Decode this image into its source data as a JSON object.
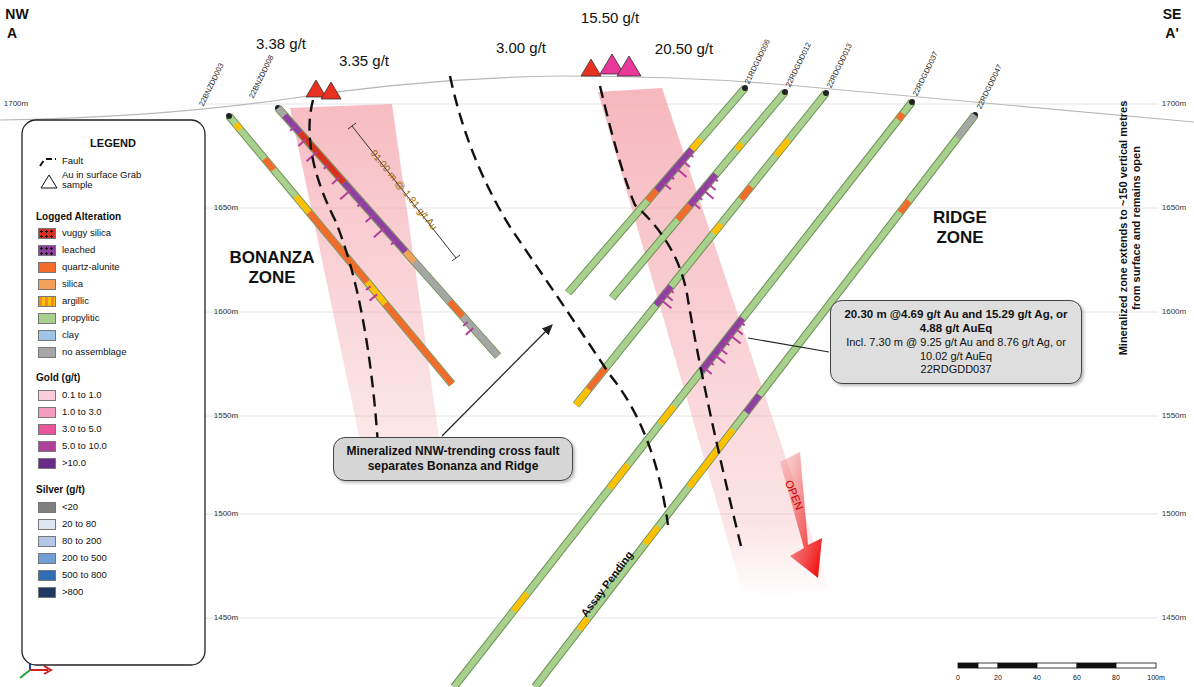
{
  "diagram": {
    "nodes": [
      {
        "text": [
          "Mineralized NNW-trending cross fault separates Bonanza and Ridge"
        ]
      },
      {
        "text": [
          "20.30 m @4.69 g/t Au and 15.29 g/t Ag, or 4.88 g/t AuEq",
          "Incl. 7.30 m @ 9.25 g/t Au and 8.76 g/t Ag, or 10.02 g/t AuEq",
          "22RDGDD037"
        ]
      }
    ],
    "labels": [
      "NW",
      "A",
      "SE",
      "A'",
      "3.38 g/t",
      "3.35 g/t",
      "3.00 g/t",
      "15.50 g/t",
      "20.50 g/t",
      "22BNZDD003",
      "22BNZDD008",
      "21RDGDD006",
      "22RDGDD012",
      "22RDGDD013",
      "22RDGDD037",
      "22RDGDD047",
      "1700m",
      "1650m",
      "1600m",
      "1550m",
      "1500m",
      "1450m",
      "1700m",
      "1650m",
      "1600m",
      "1550m",
      "1500m",
      "1450m",
      "BONANZA ZONE",
      "RIDGE ZONE",
      "91.00 m @ 1.81 g/t Au",
      "Mineralized zone extends to ~150 vertical metres from surface and remains open",
      "OPEN",
      "Assay Pending",
      "LEGEND",
      "Logged Alteration",
      "Gold (g/t)",
      "Silver (g/t)",
      "0",
      "20",
      "40",
      "60",
      "80",
      "100m"
    ],
    "legend": [
      {
        "text": "Fault"
      },
      {
        "text": "Au in surface Grab sample"
      },
      {
        "text": "vuggy silica",
        "color": "#d9301f"
      },
      {
        "text": "leached",
        "color": "#8e3fa0"
      },
      {
        "text": "quartz-alunite",
        "color": "#f26b2a"
      },
      {
        "text": "silica",
        "color": "#f5a05a"
      },
      {
        "text": "argillic",
        "color": "#ffc000"
      },
      {
        "text": "propylitic",
        "color": "#a9d18e"
      },
      {
        "text": "clay",
        "color": "#9dc3e6"
      },
      {
        "text": "no assemblage",
        "color": "#a6a6a6"
      },
      {
        "text": "0.1 to 1.0",
        "color": "#f9cddc"
      },
      {
        "text": "1.0 to 3.0",
        "color": "#f39cc0"
      },
      {
        "text": "3.0 to 5.0",
        "color": "#e8559a"
      },
      {
        "text": "5.0 to 10.0",
        "color": "#b0409a"
      },
      {
        "text": ">10.0",
        "color": "#6a2a8a"
      },
      {
        "text": "<20",
        "color": "#7f7f7f"
      },
      {
        "text": "20 to 80",
        "color": "#dce6f2"
      },
      {
        "text": "80 to 200",
        "color": "#b4c7e7"
      },
      {
        "text": "200 to 500",
        "color": "#6f9fd4"
      },
      {
        "text": "500 to 800",
        "color": "#2e6db4"
      },
      {
        "text": ">800",
        "color": "#1f3864"
      }
    ]
  }
}
